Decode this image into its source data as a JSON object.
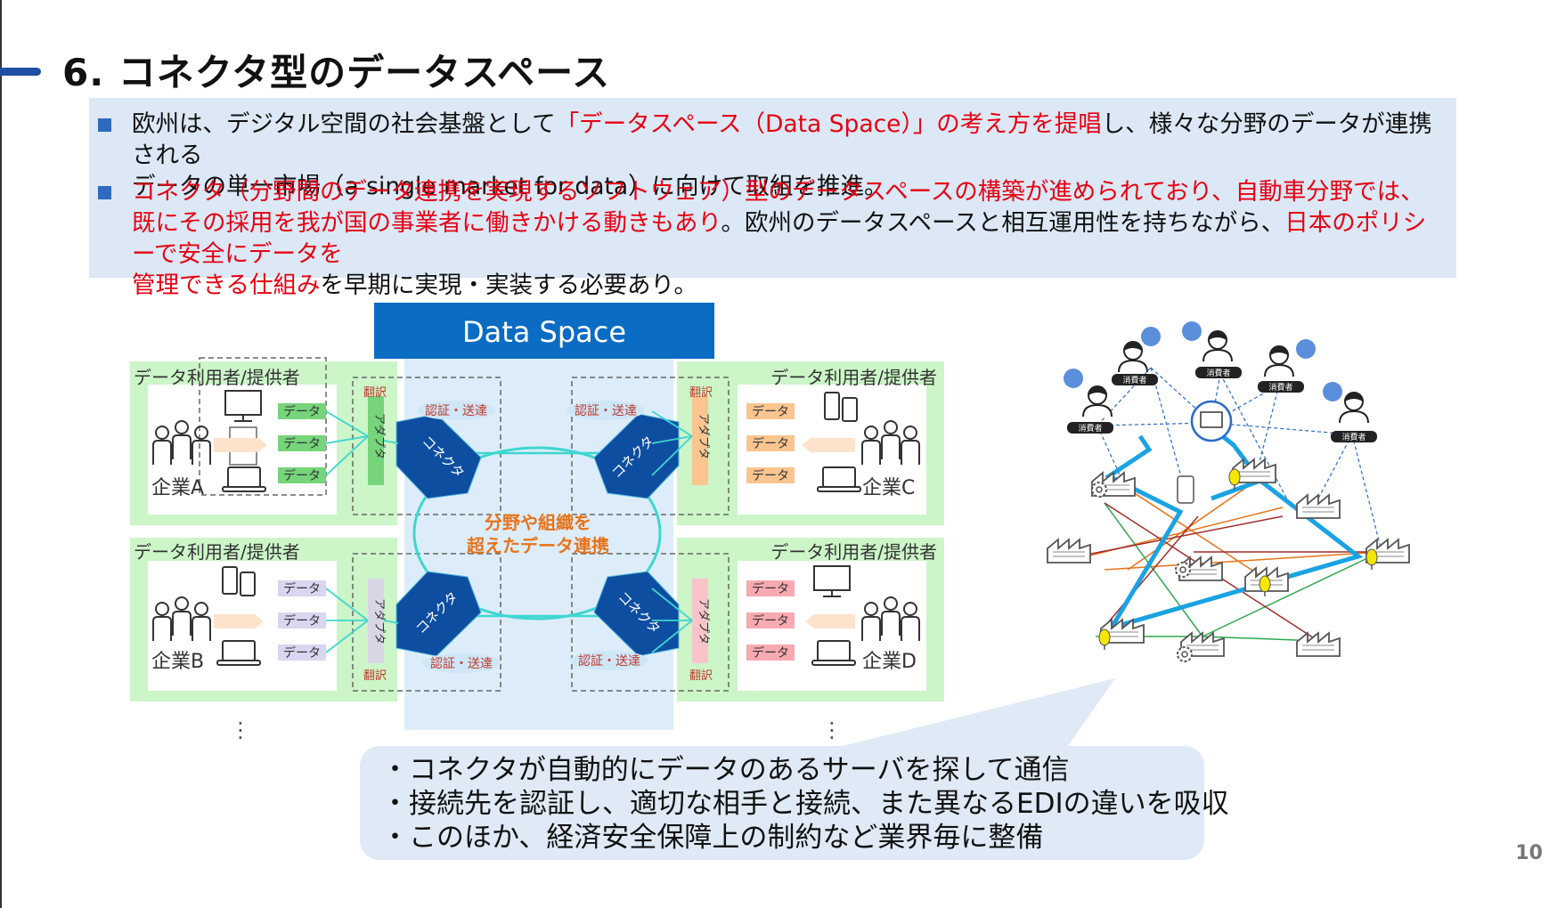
{
  "title": "6.  コネクタ型のデータスペース",
  "page_number": "10",
  "bullet1": {
    "a": "欧州は、デジタル空間の社会基盤として",
    "b": "「データスペース（Data Space）」の考え方を提唱",
    "c": "し、様々な分野のデータが連携される",
    "d": "データの単一市場（a single market for data）に向けて取組を推進。"
  },
  "bullet2": {
    "a": "コネクタ（分野間のデータ連携を実現するソフトウェア）型のデータスペースの構築が進められており、自動車分野では、既にその採",
    "b": "用を我が国の事業者に働きかける動きもあり",
    "c": "。欧州のデータスペースと相互運用性を持ちながら、",
    "d": "日本のポリシーで安全にデータを",
    "e": "管理できる仕組み",
    "f": "を早期に実現・実装する必要あり。"
  },
  "diagram": {
    "header": "Data Space",
    "center_label1": "分野や組織を",
    "center_label2": "超えたデータ連携",
    "user_provider": "データ利用者/提供者",
    "companies": [
      "企業A",
      "企業B",
      "企業C",
      "企業D"
    ],
    "data": "データ",
    "translate": "翻訳",
    "adapter": "アダプタ",
    "connector": "コネクタ",
    "auth": "認証・送達",
    "ellipsis": "⋮"
  },
  "network": {
    "consumer": "消費者"
  },
  "callout": [
    "・コネクタが自動的にデータのあるサーバを探して通信",
    "・接続先を認証し、適切な相手と接続、また異なるEDIの違いを吸収",
    "・このほか、経済安全保障上の制約など業界毎に整備"
  ],
  "colors": {
    "title_accent": "#1f4fa3",
    "bullet_bg": "#dce8f5",
    "emphasis_red": "#e60012",
    "data_space_header": "#0b6cc4",
    "connector": "#0e4ea1",
    "company_panel": "#ccf5c8",
    "link_cyan": "#3ed6d0",
    "center_label": "#e8731a"
  }
}
